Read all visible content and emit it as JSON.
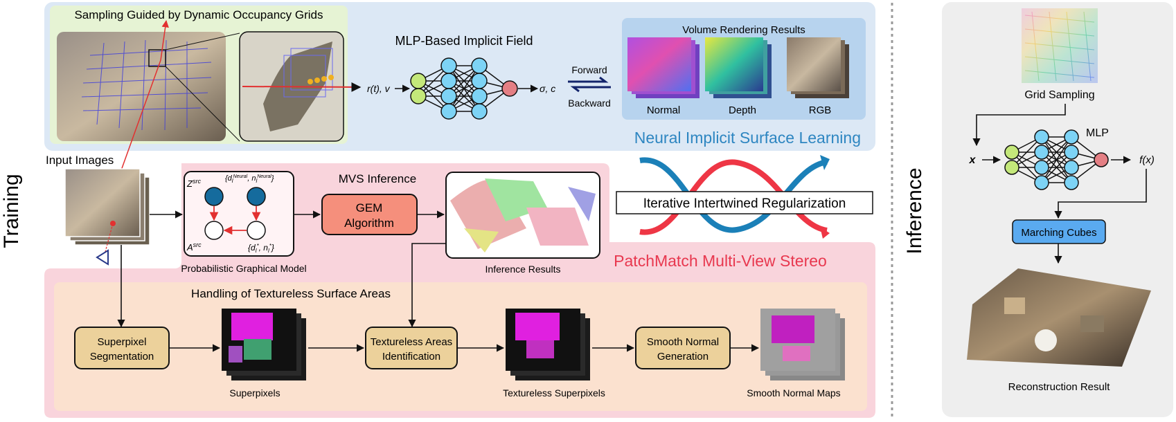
{
  "side_labels": {
    "training": "Training",
    "inference": "Inference"
  },
  "neural": {
    "title": "Neural Implicit Surface Learning",
    "sampling_title": "Sampling Guided by Dynamic Occupancy Grids",
    "mlp_title": "MLP-Based Implicit Field",
    "mlp_input": "r(t), v",
    "mlp_output": "σ, c",
    "forward": "Forward",
    "backward": "Backward",
    "volume_title": "Volume Rendering Results",
    "volume_items": [
      "Normal",
      "Depth",
      "RGB"
    ]
  },
  "input_images": "Input Images",
  "pmvs": {
    "title": "PatchMatch Multi-View Stereo",
    "mvs_inference": "MVS Inference",
    "pgm_label": "Probabilistic Graphical Model",
    "pgm": {
      "z_src": "Z",
      "z_sup": "src",
      "a_src": "A",
      "a_sup": "src",
      "neural_label": "{d",
      "neural_sub": "l",
      "neural_sup": "Neural",
      "neural_mid": ", n",
      "neural_sub2": "l",
      "neural_sup2": "Neural",
      "neural_end": "}",
      "star_label": "{d",
      "star_sub": "l",
      "star_sup": "*",
      "star_mid": ", n",
      "star_sub2": "l",
      "star_sup2": "*",
      "star_end": "}"
    },
    "gem": [
      "GEM",
      "Algorithm"
    ],
    "inference_results": "Inference Results"
  },
  "iterative": "Iterative Intertwined Regularization",
  "textureless": {
    "title": "Handling of Textureless Surface Areas",
    "superpixel_seg": [
      "Superpixel",
      "Segmentation"
    ],
    "superpixels": "Superpixels",
    "textureless_id": [
      "Textureless Areas",
      "Identification"
    ],
    "textureless_superpixels": "Textureless Superpixels",
    "smooth_gen": [
      "Smooth Normal",
      "Generation"
    ],
    "smooth_maps": "Smooth Normal Maps"
  },
  "inference": {
    "grid_sampling": "Grid Sampling",
    "mlp": "MLP",
    "x": "x",
    "fx": "f(x)",
    "marching_cubes": "Marching Cubes",
    "reconstruction": "Reconstruction Result"
  },
  "colors": {
    "neural_bg": "#dce8f5",
    "neural_title": "#2e86c1",
    "pmvs_bg": "#f9d4dc",
    "pmvs_title": "#e8384f",
    "textureless_bg": "#fbe1cf",
    "tan_box": "#ecd19b",
    "gem_box": "#f58f7c",
    "marching_box": "#5aaaf0",
    "node_green": "#c4e87a",
    "node_blue": "#7dd3f5",
    "node_red": "#e47f84",
    "pgm_blue": "#156b9d",
    "wave_blue": "#1b80b8",
    "wave_red": "#ee3645",
    "inference_panel": "#eeeeee"
  }
}
